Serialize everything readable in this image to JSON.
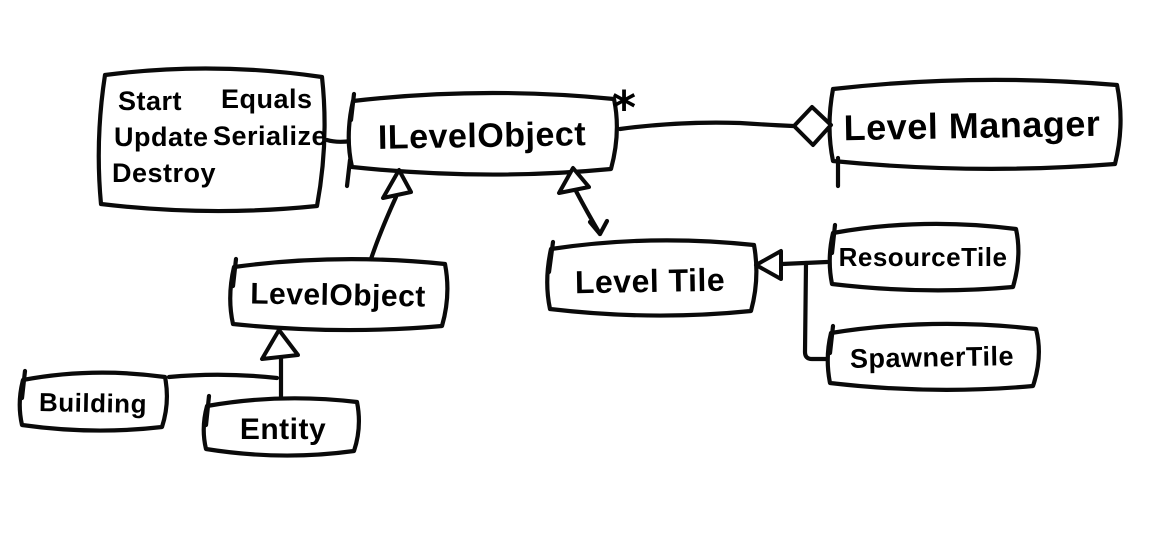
{
  "diagram": {
    "background_color": "#ffffff",
    "ink_color": "#0a0a0a",
    "style": "hand-drawn class diagram sketch",
    "nodes": {
      "methods_note": {
        "left_column": [
          "Start",
          "Update",
          "Destroy"
        ],
        "right_column": [
          "Equals",
          "Serialize"
        ]
      },
      "ilevelobject": {
        "label": "ILevelObject"
      },
      "level_manager": {
        "label": "Level Manager"
      },
      "level_object": {
        "label": "LevelObject"
      },
      "level_tile": {
        "label": "Level Tile"
      },
      "resource_tile": {
        "label": "ResourceTile"
      },
      "spawner_tile": {
        "label": "SpawnerTile"
      },
      "building": {
        "label": "Building"
      },
      "entity": {
        "label": "Entity"
      }
    },
    "labels": {
      "multiplicity_star": "*"
    },
    "connectors": [
      {
        "from": "methods_note",
        "to": "ilevelobject",
        "type": "attachment"
      },
      {
        "from": "ilevelobject",
        "to": "level_manager",
        "type": "aggregation-diamond",
        "multiplicity": "*"
      },
      {
        "from": "level_object",
        "to": "ilevelobject",
        "type": "inheritance-hollow-triangle"
      },
      {
        "from": "level_tile",
        "to": "ilevelobject",
        "type": "inheritance-hollow-triangle"
      },
      {
        "from": "resource_tile",
        "to": "level_tile",
        "type": "inheritance-hollow-triangle"
      },
      {
        "from": "spawner_tile",
        "to": "level_tile",
        "type": "inheritance-hollow-triangle"
      },
      {
        "from": "building",
        "to": "level_object",
        "type": "inheritance-hollow-triangle"
      },
      {
        "from": "entity",
        "to": "level_object",
        "type": "inheritance-hollow-triangle"
      }
    ]
  }
}
